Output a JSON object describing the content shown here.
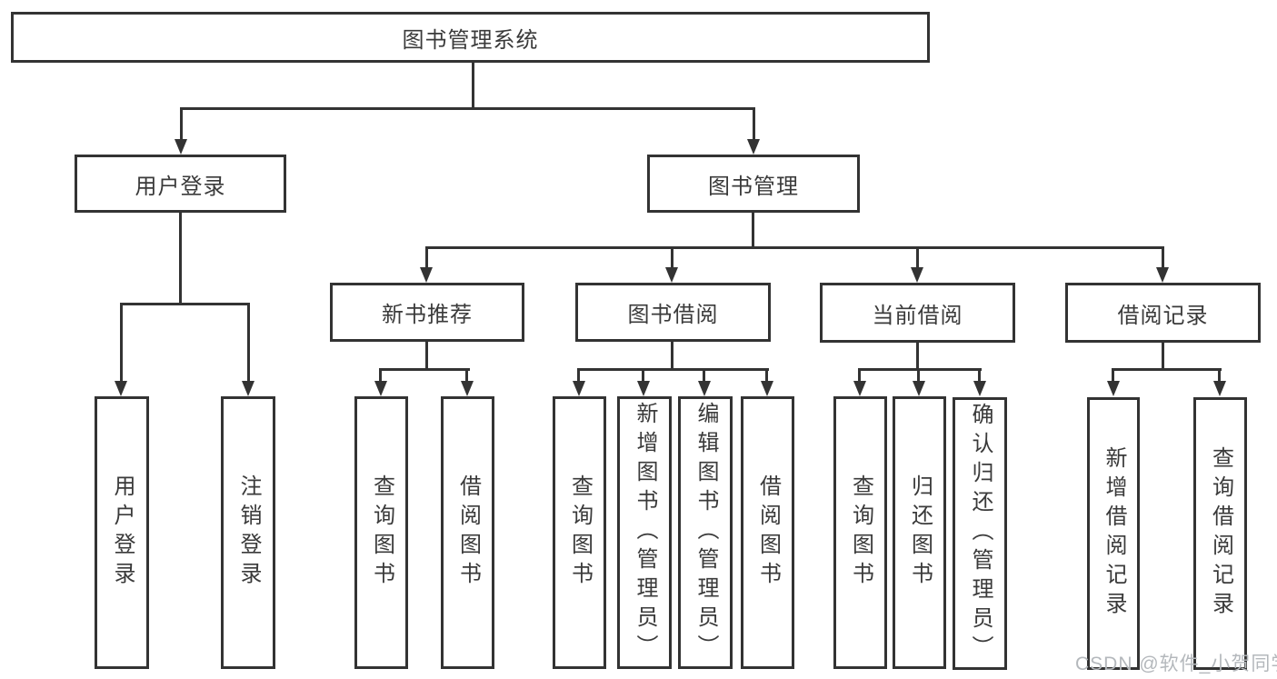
{
  "tree": {
    "label": "图书管理系统",
    "children": [
      {
        "label": "用户登录",
        "children": [
          {
            "label": "用户登录"
          },
          {
            "label": "注销登录"
          }
        ]
      },
      {
        "label": "图书管理",
        "children": [
          {
            "label": "新书推荐",
            "children": [
              {
                "label": "查询图书"
              },
              {
                "label": "借阅图书"
              }
            ]
          },
          {
            "label": "图书借阅",
            "children": [
              {
                "label": "查询图书"
              },
              {
                "label": "新增图书（管理员）"
              },
              {
                "label": "编辑图书（管理员）"
              },
              {
                "label": "借阅图书"
              }
            ]
          },
          {
            "label": "当前借阅",
            "children": [
              {
                "label": "查询图书"
              },
              {
                "label": "归还图书"
              },
              {
                "label": "确认归还（管理员）"
              }
            ]
          },
          {
            "label": "借阅记录",
            "children": [
              {
                "label": "新增借阅记录"
              },
              {
                "label": "查询借阅记录"
              }
            ]
          }
        ]
      }
    ]
  },
  "watermark": "CSDN @软件_小贺同学",
  "colors": {
    "line": "#333333",
    "text": "#3a3a3a",
    "watermark": "#b4b8bc",
    "background": "#ffffff"
  }
}
